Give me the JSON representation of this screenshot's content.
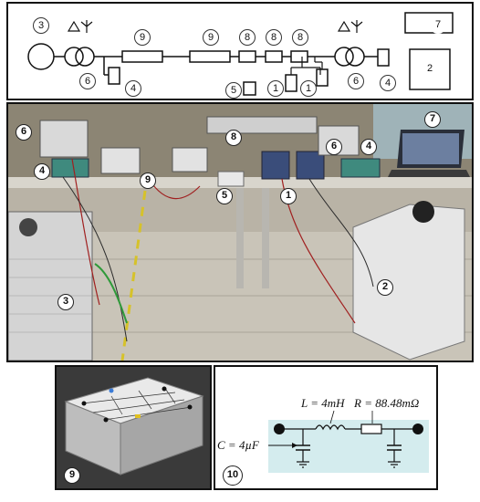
{
  "schematic": {
    "labels": [
      "3",
      "9",
      "9",
      "8",
      "8",
      "8",
      "6",
      "4",
      "5",
      "1",
      "1",
      "6",
      "4",
      "7",
      "2"
    ]
  },
  "photo": {
    "labels": [
      "6",
      "8",
      "6",
      "4",
      "7",
      "4",
      "9",
      "5",
      "1",
      "3",
      "2"
    ]
  },
  "bottom_left": {
    "label": "9"
  },
  "bottom_right": {
    "label": "10",
    "inductance": "L = 4mH",
    "resistance": "R = 88.48mΩ",
    "capacitance": "C = 4µF"
  }
}
